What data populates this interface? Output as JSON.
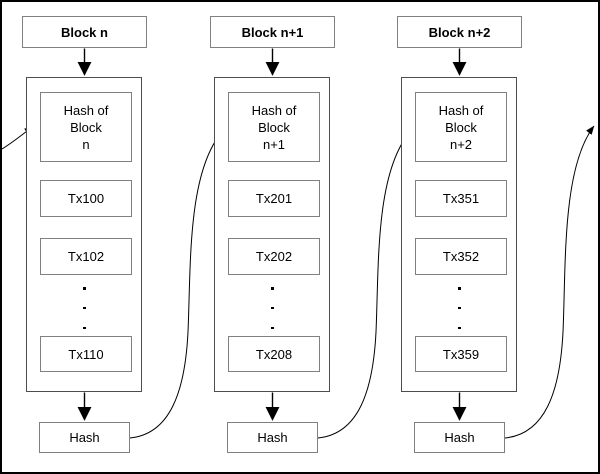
{
  "blocks": [
    {
      "title": "Block n",
      "hash_ref_lines": [
        "Hash of",
        "Block",
        "n"
      ],
      "tx_first": "Tx100",
      "tx_second": "Tx102",
      "ellipsis": "...",
      "tx_last": "Tx110",
      "hash_label": "Hash"
    },
    {
      "title": "Block n+1",
      "hash_ref_lines": [
        "Hash of",
        "Block",
        "n+1"
      ],
      "tx_first": "Tx201",
      "tx_second": "Tx202",
      "ellipsis": "...",
      "tx_last": "Tx208",
      "hash_label": "Hash"
    },
    {
      "title": "Block n+2",
      "hash_ref_lines": [
        "Hash of",
        "Block",
        "n+2"
      ],
      "tx_first": "Tx351",
      "tx_second": "Tx352",
      "ellipsis": "...",
      "tx_last": "Tx359",
      "hash_label": "Hash"
    }
  ],
  "colors": {
    "line": "#000000",
    "box_border": "#808080",
    "container_border": "#4d4d4d",
    "frame": "#000000",
    "background": "#ffffff",
    "text": "#000000"
  }
}
